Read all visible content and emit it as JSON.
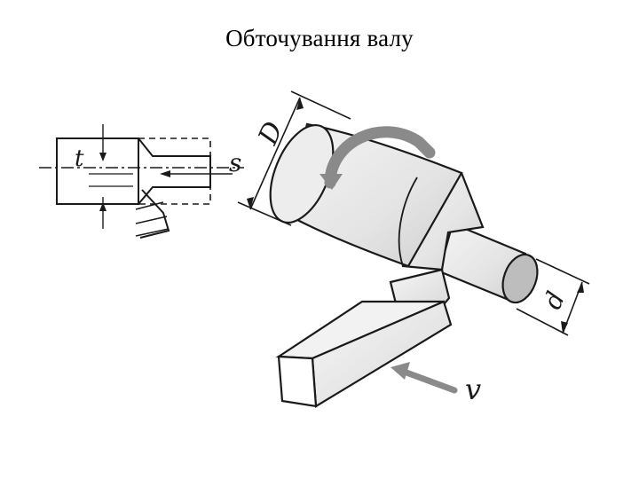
{
  "slide": {
    "title": "Обточування валу"
  },
  "diagram": {
    "labels": {
      "depth_of_cut": "t",
      "feed": "s",
      "workpiece_diameter": "D",
      "machined_diameter": "d",
      "cutting_speed": "v"
    }
  },
  "colors": {
    "ink": "#1a1a1a",
    "shade": "#e6e6e6",
    "arrow_gray": "#8a8a8a",
    "background": "#ffffff"
  }
}
